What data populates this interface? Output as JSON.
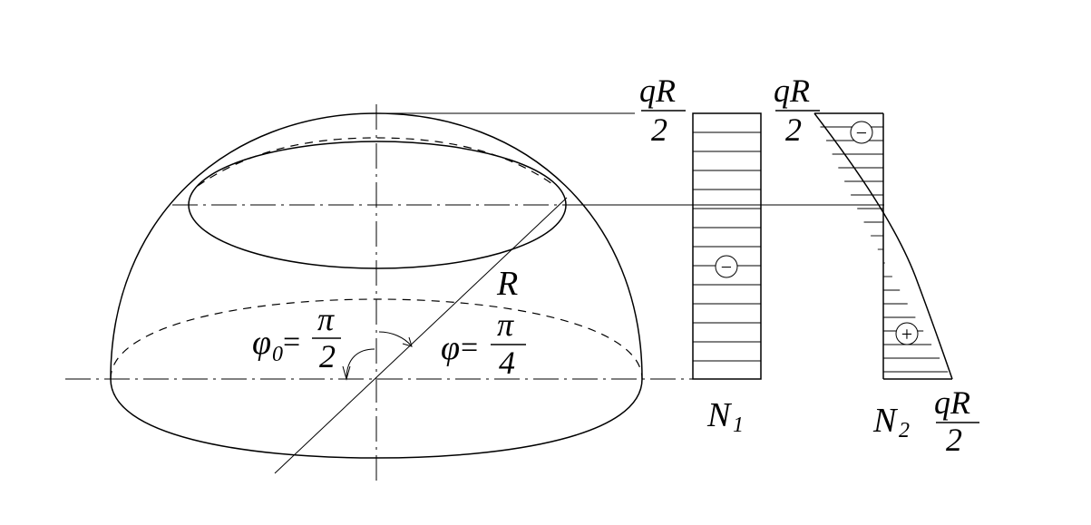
{
  "diagram": {
    "labels": {
      "radius": "R",
      "phi0_lhs": "φ",
      "phi0_sub": "0",
      "phi0_eq": "=",
      "phi0_num": "π",
      "phi0_den": "2",
      "phi_lhs": "φ",
      "phi_eq": "=",
      "phi_num": "π",
      "phi_den": "4"
    },
    "n1": {
      "name": "N",
      "sub": "1",
      "top_num": "qR",
      "top_den": "2",
      "sign": "−"
    },
    "n2": {
      "name": "N",
      "sub": "2",
      "top_num": "qR",
      "top_den": "2",
      "bottom_num": "qR",
      "bottom_den": "2",
      "sign_top": "−",
      "sign_bottom": "+"
    },
    "colors": {
      "ink": "#000000",
      "background": "#ffffff"
    }
  }
}
